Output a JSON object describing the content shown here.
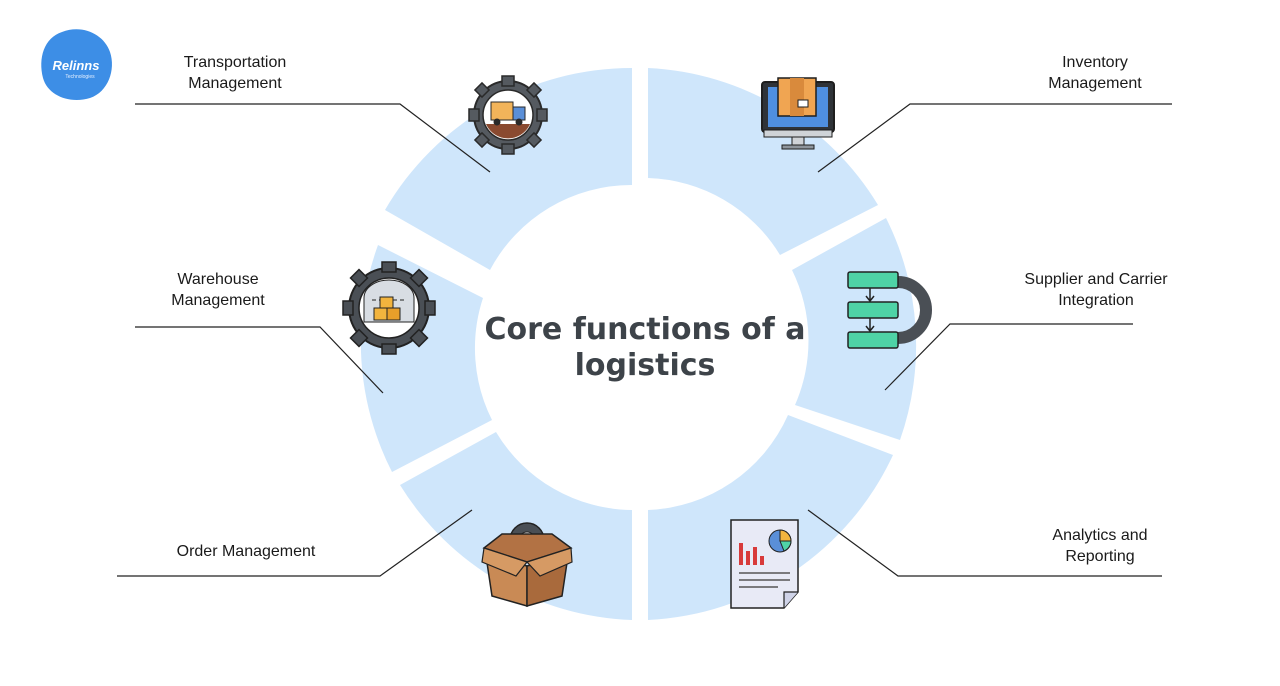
{
  "logo": {
    "name": "Relinns",
    "tagline": "Technologies",
    "color": "#3d8ee6"
  },
  "title": {
    "line1": "Core functions of a",
    "line2": "logistics"
  },
  "colors": {
    "segment": "#cfe6fb",
    "text": "#1a1a1a",
    "title": "#3d4349",
    "leader": "#222222"
  },
  "functions": [
    {
      "line1": "Transportation",
      "line2": "Management",
      "icon": "truck-gear-icon"
    },
    {
      "line1": "Inventory",
      "line2": "Management",
      "icon": "monitor-box-icon"
    },
    {
      "line1": "Warehouse",
      "line2": "Management",
      "icon": "warehouse-gear-icon"
    },
    {
      "line1": "Supplier and Carrier",
      "line2": "Integration",
      "icon": "flowchart-icon"
    },
    {
      "line1": "Order Management",
      "line2": "",
      "icon": "open-box-gear-icon"
    },
    {
      "line1": "Analytics and",
      "line2": "Reporting",
      "icon": "report-chart-icon"
    }
  ]
}
